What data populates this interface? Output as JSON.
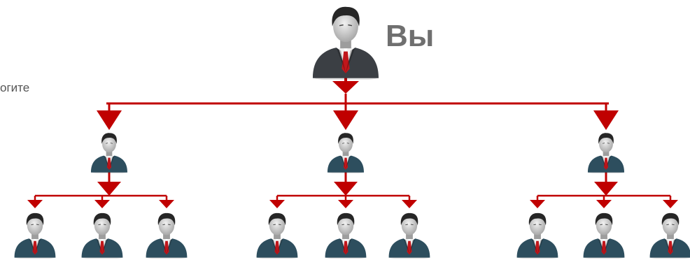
{
  "root": {
    "label": "Вы"
  },
  "side_text": "огите",
  "colors": {
    "connector": "#c00000",
    "suit": "#3b3f44",
    "suit_teal": "#2d4e5e",
    "skin": "#d9d9d9",
    "hair": "#2a2a2a",
    "tie": "#c0161b",
    "label": "#6f6f6f"
  },
  "icons": {
    "person": "person-icon",
    "arrow": "arrow-down-icon"
  },
  "structure": {
    "levels": 3,
    "children_per_node": 3
  }
}
